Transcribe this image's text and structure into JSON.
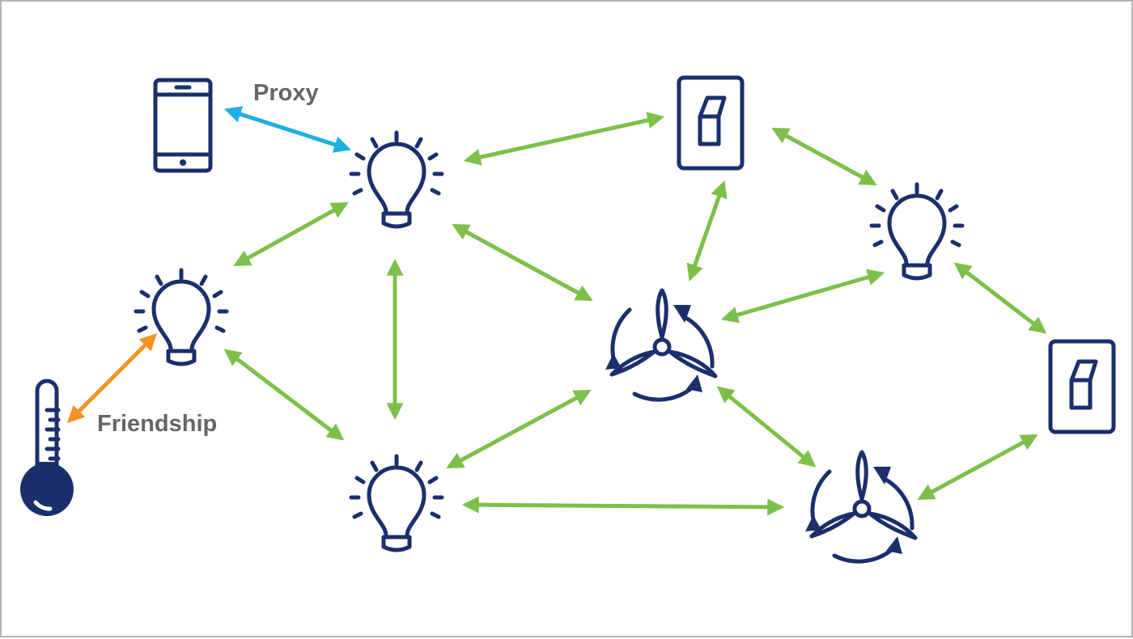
{
  "labels": {
    "proxy": "Proxy",
    "friendship": "Friendship"
  },
  "colors": {
    "icon": "#1a2f6b",
    "mesh_link": "#7cc04a",
    "proxy_link": "#1faee0",
    "friendship_link": "#f39221",
    "label_text": "#666666",
    "frame": "#b3b3b3"
  },
  "nodes": [
    {
      "id": "phone",
      "icon": "smartphone-icon"
    },
    {
      "id": "bulb-top",
      "icon": "light-bulb-icon"
    },
    {
      "id": "bulb-left",
      "icon": "light-bulb-icon"
    },
    {
      "id": "bulb-bottom",
      "icon": "light-bulb-icon"
    },
    {
      "id": "bulb-right",
      "icon": "light-bulb-icon"
    },
    {
      "id": "switch-top",
      "icon": "light-switch-icon"
    },
    {
      "id": "switch-right",
      "icon": "light-switch-icon"
    },
    {
      "id": "fan-center",
      "icon": "ceiling-fan-icon"
    },
    {
      "id": "fan-bottom",
      "icon": "ceiling-fan-icon"
    },
    {
      "id": "thermometer",
      "icon": "thermometer-icon"
    }
  ],
  "links": [
    {
      "from": "phone",
      "to": "bulb-top",
      "type": "proxy"
    },
    {
      "from": "thermometer",
      "to": "bulb-left",
      "type": "friendship"
    },
    {
      "from": "bulb-top",
      "to": "switch-top",
      "type": "mesh"
    },
    {
      "from": "bulb-top",
      "to": "bulb-left",
      "type": "mesh"
    },
    {
      "from": "bulb-top",
      "to": "bulb-bottom",
      "type": "mesh"
    },
    {
      "from": "bulb-top",
      "to": "fan-center",
      "type": "mesh"
    },
    {
      "from": "bulb-left",
      "to": "bulb-bottom",
      "type": "mesh"
    },
    {
      "from": "bulb-bottom",
      "to": "fan-center",
      "type": "mesh"
    },
    {
      "from": "bulb-bottom",
      "to": "fan-bottom",
      "type": "mesh"
    },
    {
      "from": "switch-top",
      "to": "fan-center",
      "type": "mesh"
    },
    {
      "from": "switch-top",
      "to": "bulb-right",
      "type": "mesh"
    },
    {
      "from": "fan-center",
      "to": "bulb-right",
      "type": "mesh"
    },
    {
      "from": "fan-center",
      "to": "fan-bottom",
      "type": "mesh"
    },
    {
      "from": "bulb-right",
      "to": "switch-right",
      "type": "mesh"
    },
    {
      "from": "fan-bottom",
      "to": "switch-right",
      "type": "mesh"
    }
  ]
}
